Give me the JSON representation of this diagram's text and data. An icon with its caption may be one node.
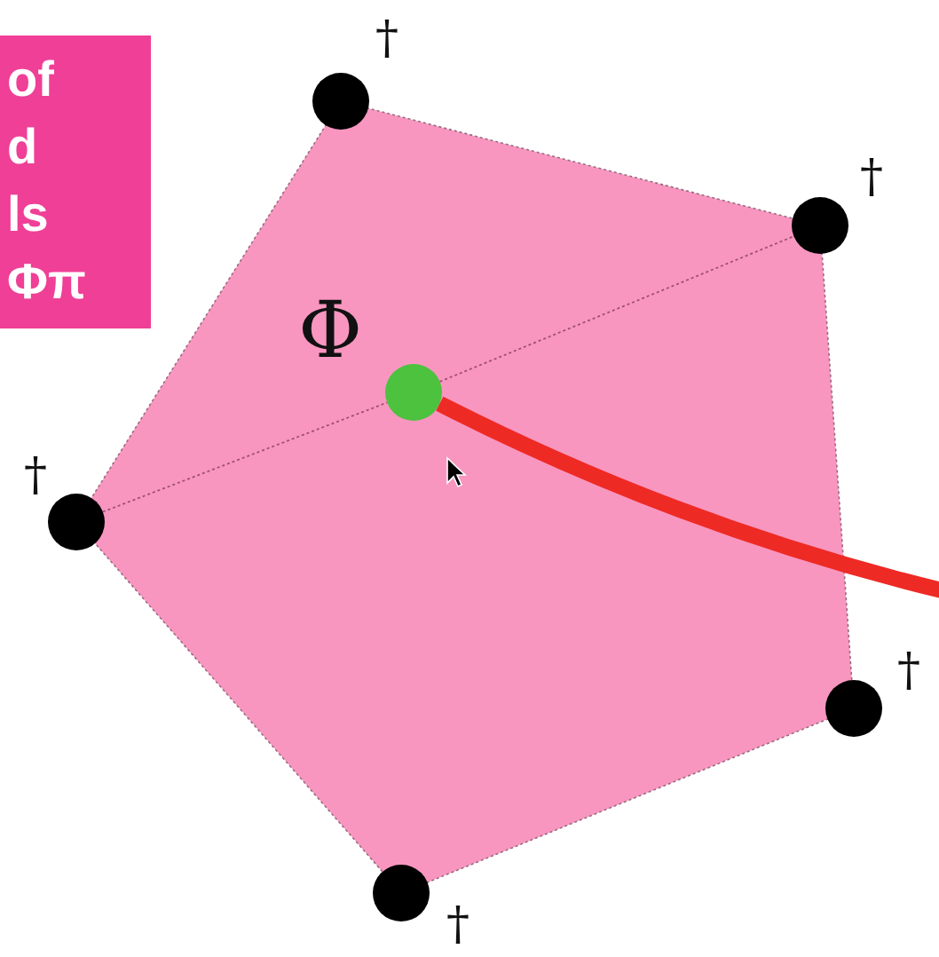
{
  "diagram": {
    "nodes": [
      {
        "text": [
          "of d ls Φπ"
        ]
      },
      {
        "text": [],
        "shape": "pentagon"
      },
      {
        "text": [],
        "shape": "circle",
        "beside": [
          "†"
        ]
      },
      {
        "text": [],
        "shape": "circle",
        "beside": [
          "†"
        ]
      },
      {
        "text": [],
        "shape": "circle",
        "beside": [
          "Φ"
        ],
        "in": 1
      },
      {
        "text": [],
        "shape": "circle",
        "beside": [
          "†"
        ]
      },
      {
        "text": [],
        "shape": "circle",
        "beside": [
          "†"
        ]
      },
      {
        "text": [],
        "shape": "circle",
        "beside": [
          "†"
        ]
      }
    ],
    "edges": [
      {
        "from": 5,
        "to": 4,
        "arrow": "none",
        "style": "dashed"
      },
      {
        "from": 4,
        "to": 3,
        "arrow": "none",
        "style": "dashed"
      },
      {
        "from": 4,
        "to": null,
        "arrow": "none",
        "style": "thick",
        "color": "#ee2a24"
      }
    ]
  }
}
